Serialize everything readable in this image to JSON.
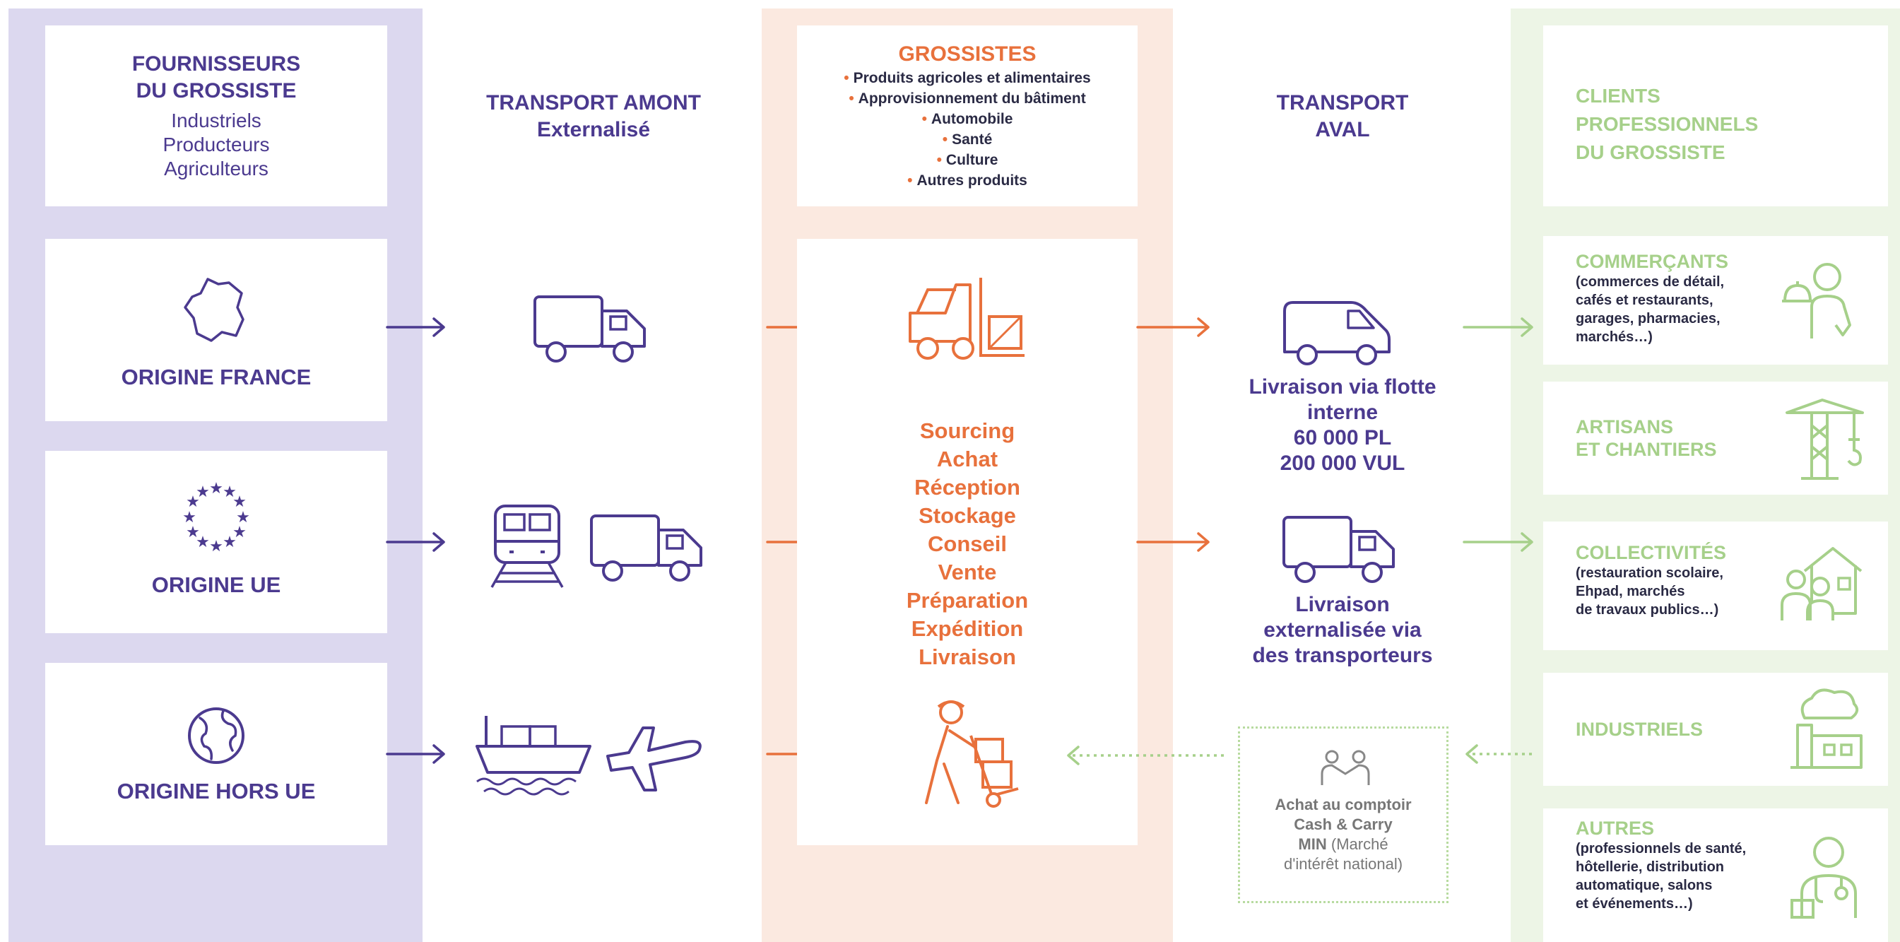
{
  "suppliers": {
    "title": [
      "FOURNISSEURS",
      "DU GROSSISTE"
    ],
    "types": [
      "Industriels",
      "Producteurs",
      "Agriculteurs"
    ],
    "origins": [
      "ORIGINE FRANCE",
      "ORIGINE UE",
      "ORIGINE HORS UE"
    ]
  },
  "transport_amont": {
    "title": [
      "TRANSPORT AMONT",
      "Externalisé"
    ]
  },
  "grossistes": {
    "title": "GROSSISTES",
    "items": [
      "Produits agricoles et alimentaires",
      "Approvisionnement du bâtiment",
      "Automobile",
      "Santé",
      "Culture",
      "Autres produits"
    ],
    "activities": [
      "Sourcing",
      "Achat",
      "Réception",
      "Stockage",
      "Conseil",
      "Vente",
      "Préparation",
      "Expédition",
      "Livraison"
    ]
  },
  "transport_aval": {
    "title": [
      "TRANSPORT",
      "AVAL"
    ],
    "internal": [
      "Livraison via flotte",
      "interne",
      "60 000 PL",
      "200 000 VUL"
    ],
    "external": [
      "Livraison",
      "externalisée via",
      "des transporteurs"
    ],
    "counter": [
      "Achat au comptoir",
      "Cash & Carry",
      "MIN",
      "(Marché",
      "d'intérêt national)"
    ]
  },
  "clients": {
    "title": [
      "CLIENTS",
      "PROFESSIONNELS",
      "DU GROSSISTE"
    ],
    "items": [
      {
        "title": [
          "COMMERÇANTS"
        ],
        "desc": [
          "(commerces de détail,",
          "cafés et restaurants,",
          "garages, pharmacies,",
          "marchés…)"
        ],
        "icon": "waiter-icon"
      },
      {
        "title": [
          "ARTISANS",
          "ET CHANTIERS"
        ],
        "desc": [],
        "icon": "crane-icon"
      },
      {
        "title": [
          "COLLECTIVITÉS"
        ],
        "desc": [
          "(restauration scolaire,",
          "Ehpad, marchés",
          "de travaux publics…)"
        ],
        "icon": "community-icon"
      },
      {
        "title": [
          "INDUSTRIELS"
        ],
        "desc": [],
        "icon": "factory-icon"
      },
      {
        "title": [
          "AUTRES"
        ],
        "desc": [
          "(professionnels de santé,",
          "hôtellerie, distribution",
          "automatique, salons",
          "et événements…)"
        ],
        "icon": "doctor-icon"
      }
    ]
  },
  "colors": {
    "purple": "#4b3a8f",
    "orange": "#e8713c",
    "green": "#a6d08a",
    "purple_band": "#dcd8ef",
    "orange_band": "#fbe9e0",
    "green_band": "#edf5e6"
  }
}
